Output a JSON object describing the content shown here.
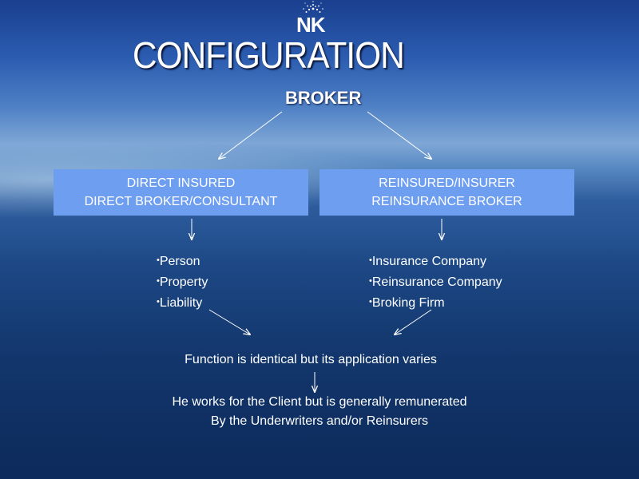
{
  "logo": {
    "text": "NK",
    "icon": "nk-logo-icon"
  },
  "title": "CONFIGURATION",
  "root": {
    "label": "BROKER"
  },
  "branches": [
    {
      "lines": [
        "DIRECT INSURED",
        "DIRECT BROKER/CONSULTANT"
      ],
      "items": [
        "Person",
        "Property",
        "Liability"
      ]
    },
    {
      "lines": [
        "REINSURED/INSURER",
        "REINSURANCE BROKER"
      ],
      "items": [
        "Insurance Company",
        "Reinsurance Company",
        "Broking Firm"
      ]
    }
  ],
  "conclusion": {
    "line1": "Function is identical but its application varies",
    "line2a": "He works for the Client but is generally remunerated",
    "line2b": "By the Underwriters and/or Reinsurers"
  },
  "colors": {
    "box": "#6e9ef0",
    "text": "#ffffff",
    "arrow": "#ffffff"
  }
}
